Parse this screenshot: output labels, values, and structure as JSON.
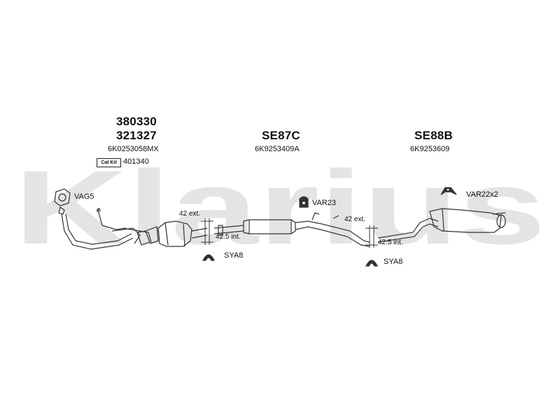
{
  "watermark": {
    "text": "Klarius",
    "color": "#e4e4e4"
  },
  "groups": [
    {
      "id": "front",
      "part_numbers": [
        "380330",
        "321327"
      ],
      "oem": "6K0253058MX",
      "catkit_label": "Cat Kit",
      "catkit_number": "401340"
    },
    {
      "id": "middle",
      "part_numbers": [
        "SE87C"
      ],
      "oem": "6K9253409A"
    },
    {
      "id": "rear",
      "part_numbers": [
        "SE88B"
      ],
      "oem": "6K9253609"
    }
  ],
  "fittings": {
    "vag5": "VAG5",
    "var23": "VAR23",
    "var22": "VAR22x2",
    "sya8_left": "SYA8",
    "sya8_right": "SYA8"
  },
  "dimensions": {
    "left_ext": "42 ext.",
    "left_int": "42.5 int.",
    "right_ext": "42 ext.",
    "right_int": "42.5 int."
  },
  "colors": {
    "line": "#333333",
    "watermark": "#e4e4e4"
  }
}
